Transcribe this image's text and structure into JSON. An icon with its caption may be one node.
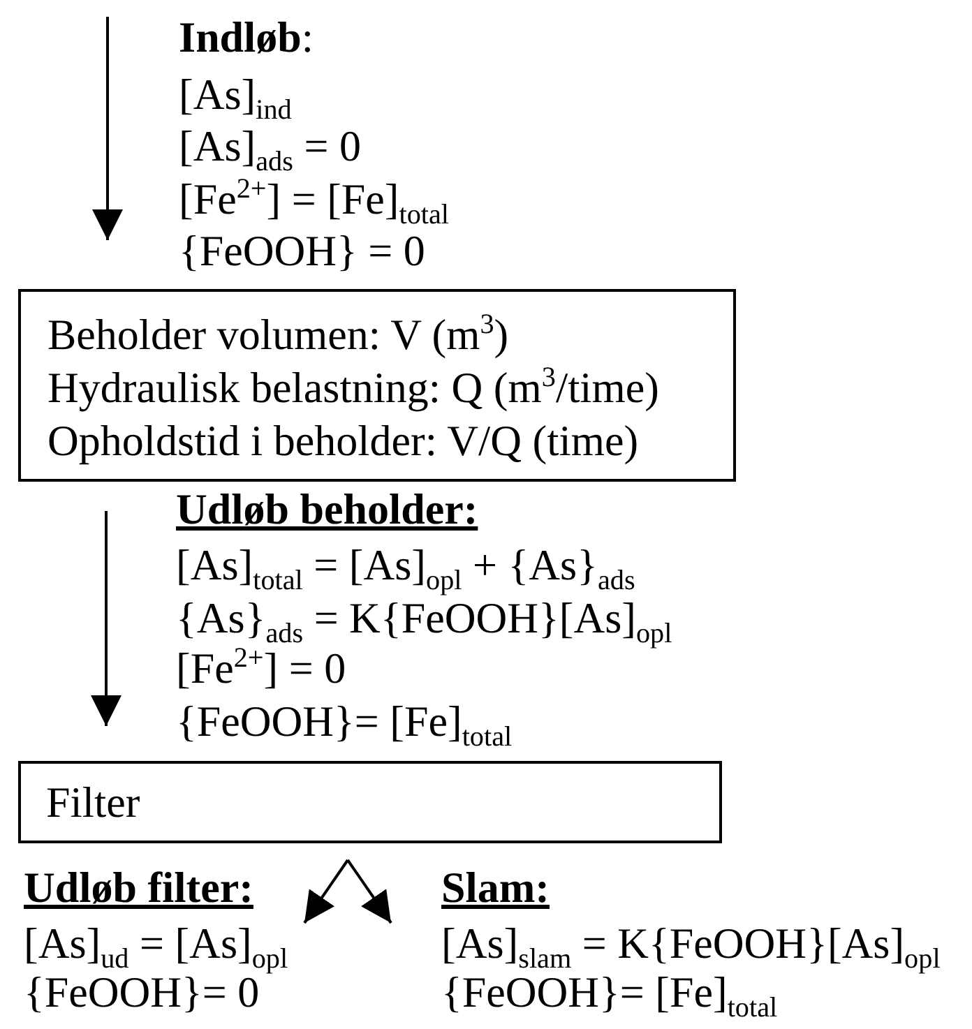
{
  "diagram": {
    "nodes": [
      {
        "text": [
          "Beholder volumen: V (m$^{3}$)",
          "Hydraulisk belastning: Q (m$^{3}$/time)",
          "Opholdstid i beholder: V/Q (time)"
        ]
      },
      {
        "text": [
          "Filter"
        ]
      },
      {
        "text": [
          "Udløb filter:",
          "[As]$_{ud}$ = [As]$_{opl}$",
          "{FeOOH}= 0"
        ]
      },
      {
        "text": [
          "Slam:",
          "[As]$_{slam}$ =  K{FeOOH}[As]$_{opl}$",
          "{FeOOH}= [Fe]$_{total}$"
        ]
      }
    ],
    "edges": [
      {
        "from": null,
        "to": 0,
        "arrow": "to"
      },
      {
        "from": 0,
        "to": 1,
        "arrow": "to"
      },
      {
        "from": 1,
        "to": 2,
        "arrow": "to"
      },
      {
        "from": 1,
        "to": 3,
        "arrow": "to"
      }
    ],
    "labels": [
      "**Indløb**:",
      "[As]$_{ind}$",
      "[As]$_{ads}$ = 0",
      "[Fe$^{2+}$] = [Fe]$_{total}$",
      "{FeOOH} = 0",
      "Udløb beholder:",
      "[As]$_{total}$ = [As]$_{opl}$ + {As}$_{ads}$",
      "{As}$_{ads}$ = K{FeOOH}[As]$_{opl}$",
      "[Fe$^{2+}$] = 0",
      "{FeOOH}= [Fe]$_{total}$"
    ]
  }
}
